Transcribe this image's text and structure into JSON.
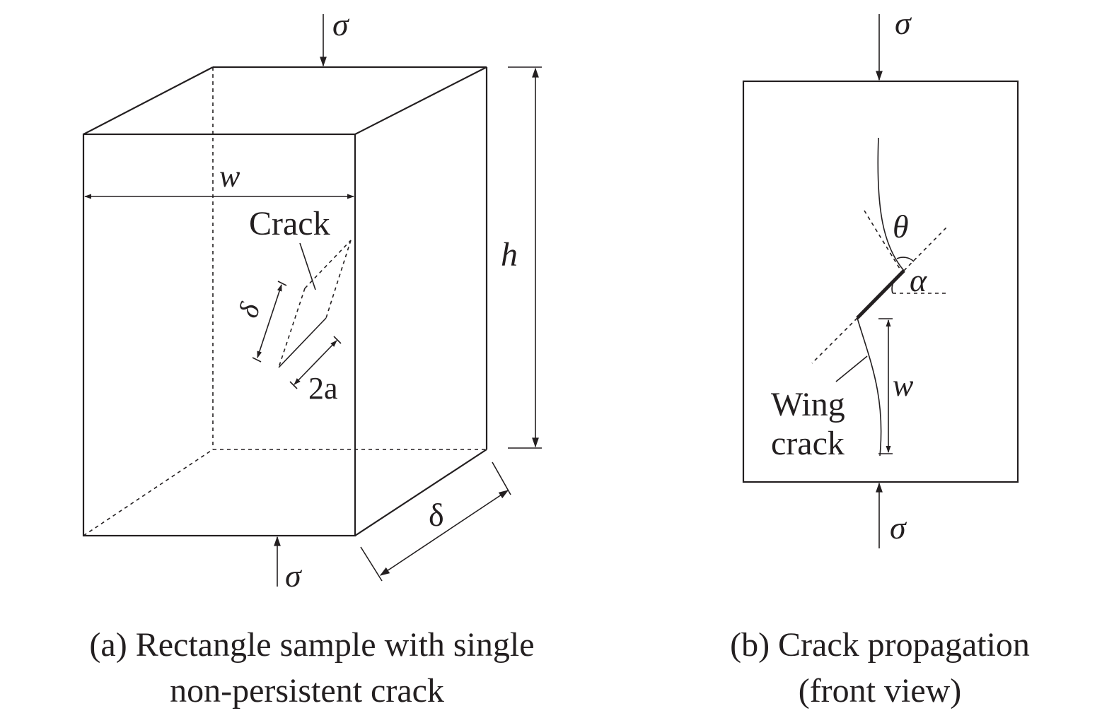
{
  "panel_a": {
    "stress_top": "σ",
    "stress_bottom": "σ",
    "width_label": "w",
    "height_label": "h",
    "depth_label": "δ",
    "crack_label": "Crack",
    "crack_spacing_label": "δ",
    "crack_length_label": "2a",
    "caption_line1": "(a) Rectangle sample with single",
    "caption_line2": "non-persistent crack"
  },
  "panel_b": {
    "stress_top": "σ",
    "stress_bottom": "σ",
    "theta_label": "θ",
    "alpha_label": "α",
    "width_label": "w",
    "wing_crack_line1": "Wing",
    "wing_crack_line2": "crack",
    "caption_line1": "(b) Crack propagation",
    "caption_line2": "(front view)"
  }
}
